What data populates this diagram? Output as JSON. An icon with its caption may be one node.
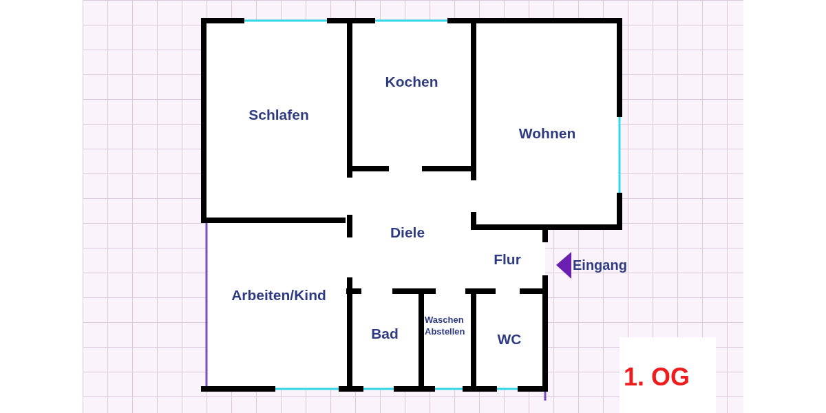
{
  "diagram": {
    "nodes": [
      {
        "text": [
          "Schlafen"
        ]
      },
      {
        "text": [
          "Kochen"
        ]
      },
      {
        "text": [
          "Wohnen"
        ]
      },
      {
        "text": [
          "Diele"
        ]
      },
      {
        "text": [
          "Flur"
        ]
      },
      {
        "text": [
          "Arbeiten/Kind"
        ]
      },
      {
        "text": [
          "Bad"
        ]
      },
      {
        "text": [
          "Waschen Abstellen"
        ]
      },
      {
        "text": [
          "WC"
        ]
      }
    ],
    "labels": [
      "Eingang",
      "1. OG"
    ]
  }
}
